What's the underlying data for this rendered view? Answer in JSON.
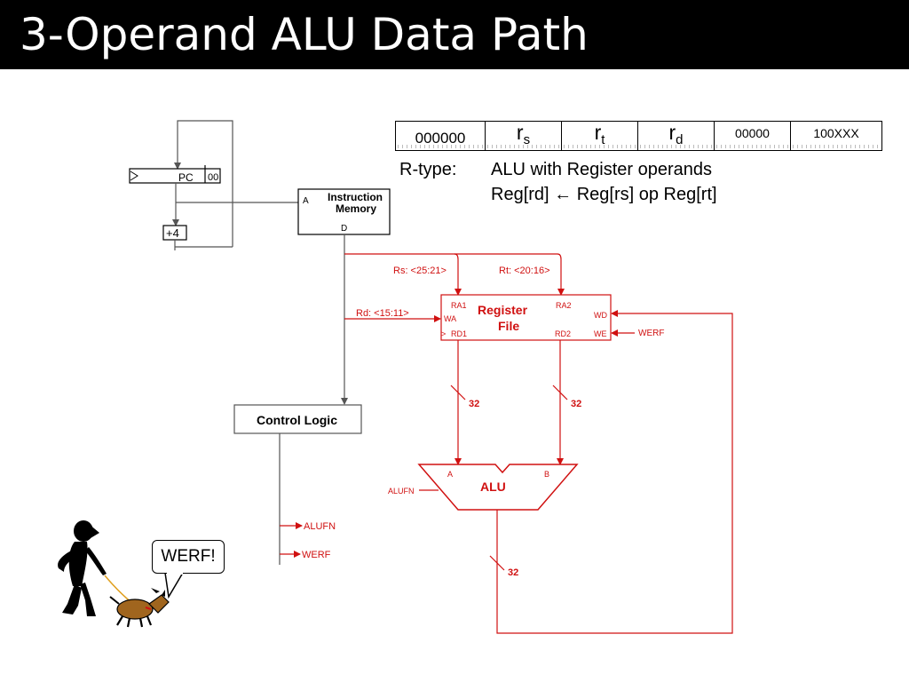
{
  "slide": {
    "title": "3-Operand ALU Data Path"
  },
  "instruction_format": {
    "opcode": "000000",
    "rs": {
      "base": "r",
      "sub": "s"
    },
    "rt": {
      "base": "r",
      "sub": "t"
    },
    "rd": {
      "base": "r",
      "sub": "d"
    },
    "shamt": "00000",
    "func": "100XXX"
  },
  "description": {
    "type_label": "R-type:",
    "line1": "ALU with Register operands",
    "line2_left": "Reg[rd]",
    "arrow": "←",
    "line2_right": "Reg[rs] op Reg[rt]"
  },
  "pc": {
    "label": "PC",
    "bits": "00",
    "increment": "+4"
  },
  "instruction_memory": {
    "title_line1": "Instruction",
    "title_line2": "Memory",
    "port_addr": "A",
    "port_data": "D"
  },
  "register_file": {
    "title_line1": "Register",
    "title_line2": "File",
    "ports": {
      "ra1": "RA1",
      "ra2": "RA2",
      "wa": "WA",
      "wd": "WD",
      "rd1": "RD1",
      "rd2": "RD2",
      "we": "WE",
      "clk": ">"
    },
    "field_rs": "Rs: <25:21>",
    "field_rt": "Rt: <20:16>",
    "field_rd": "Rd: <15:11>",
    "werf": "WERF"
  },
  "alu": {
    "label": "ALU",
    "input_a": "A",
    "input_b": "B",
    "control": "ALUFN"
  },
  "bus_widths": {
    "rd1": "32",
    "rd2": "32",
    "alu_out": "32"
  },
  "control_logic": {
    "label": "Control Logic",
    "out_alufn": "ALUFN",
    "out_werf": "WERF"
  },
  "cartoon": {
    "speech": "WERF!"
  },
  "colors": {
    "datapath_red": "#d01010",
    "wire_gray": "#555555",
    "title_bg": "#000000",
    "dog_brown": "#a0651e"
  }
}
